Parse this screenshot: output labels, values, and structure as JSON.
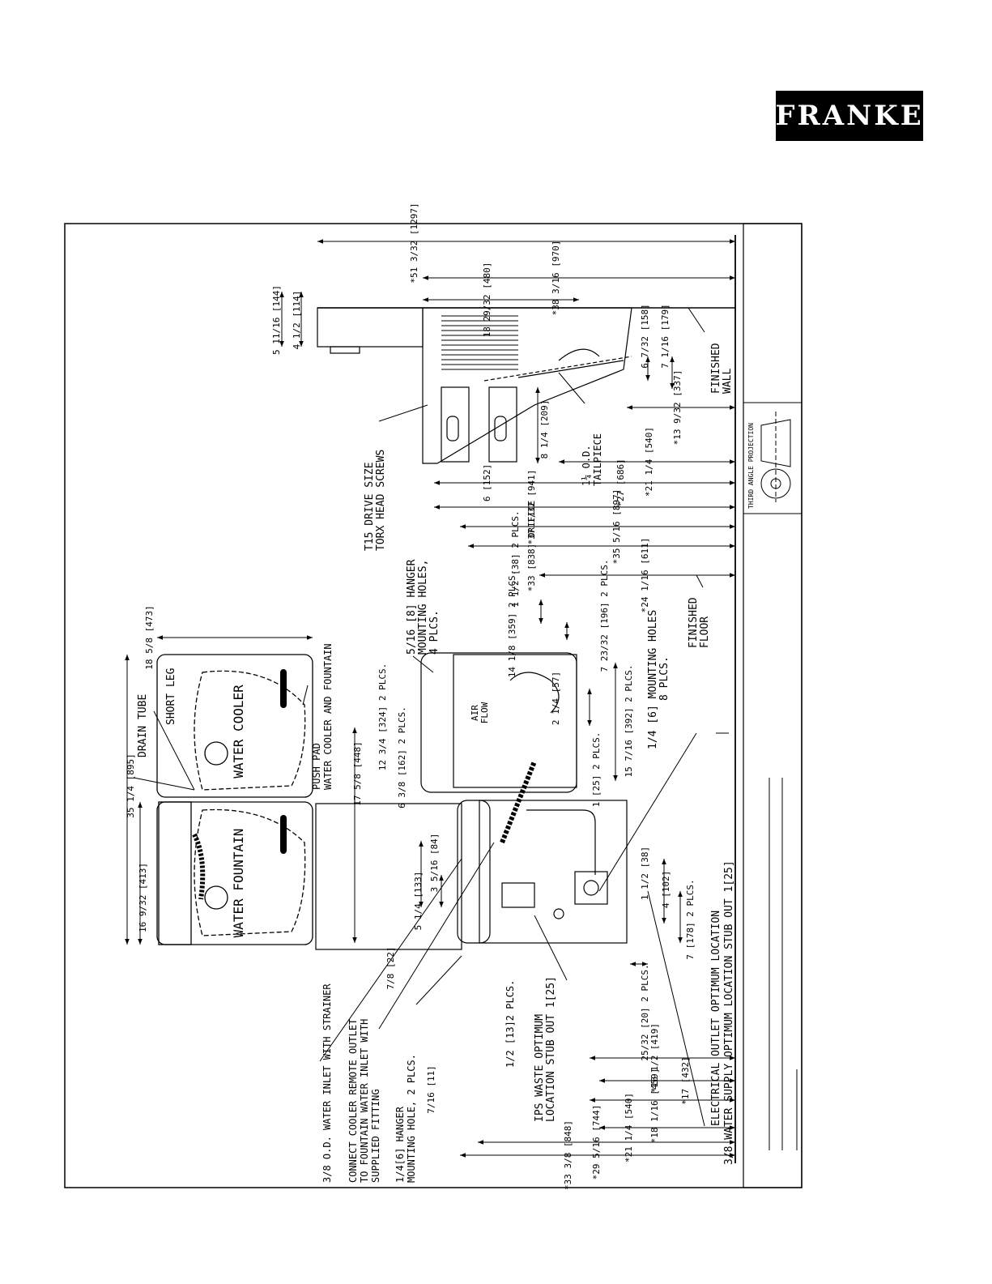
{
  "brand": {
    "logo_text": "FRANKE"
  },
  "title_block": {
    "projection": "THIRD ANGLE PROJECTION"
  },
  "views": {
    "front_fountain": "WATER FOUNTAIN",
    "front_cooler": "WATER COOLER"
  },
  "notes": {
    "drain_tube": "DRAIN TUBE",
    "short_leg": "SHORT LEG",
    "push_pad_1": "PUSH PAD",
    "push_pad_2": "WATER COOLER AND FOUNTAIN",
    "torx_1": "T15 DRIVE SIZE",
    "torx_2": "TORX HEAD SCREWS",
    "tailpiece_1": "1¼ O.D.",
    "tailpiece_2": "TAILPIECE",
    "finished_wall_1": "FINISHED",
    "finished_wall_2": "WALL",
    "finished_floor_1": "FINISHED",
    "finished_floor_2": "FLOOR",
    "hanger_8_1": "5/16 [8] HANGER",
    "hanger_8_2": "MOUNTING HOLES,",
    "hanger_8_3": "4 PLCS.",
    "mounting_6_1": "1/4 [6] MOUNTING HOLES",
    "mounting_6_2": "8 PLCS.",
    "air_flow_1": "AIR",
    "air_flow_2": "FLOW",
    "electrical_1": "ELECTRICAL OUTLET OPTIMUM LOCATION",
    "water_supply_1": "3/8 WATER SUPPLY OPTIMUM LOCATION STUB OUT 1[25]",
    "ips_1": "IPS WASTE OPTIMUM",
    "ips_2": "LOCATION STUB OUT 1[25]",
    "half_13": "1/2 [13]2 PLCS.",
    "inlet_1": "3/8 O.D. WATER INLET WITH STRAINER",
    "connect_1": "CONNECT COOLER REMOTE OUTLET",
    "connect_2": "TO FOUNTAIN WATER INLET WITH",
    "connect_3": "SUPPLIED FITTING",
    "hanger_6_1": "1/4[6] HANGER",
    "hanger_6_2": "MOUNTING HOLE, 2 PLCS."
  },
  "dims": {
    "d1297": "*51 3/32 [1297]",
    "d970": "*38 3/16 [970]",
    "d480": "18 29/32 [480]",
    "d144": "5 11/16 [144]",
    "d114": "4 1/2 [114]",
    "d158": "6 7/32 [158]",
    "d179": "7 1/16 [179]",
    "d337": "*13 9/32 [337]",
    "d540a": "*21 1/4 [540]",
    "d686": "*27 [686]",
    "d941": "*37 1/32 [941]",
    "d209": "8 1/4 [209]",
    "d152": "6 [152]",
    "d897": "*35 5/16 [897]",
    "d838": "*33 [838] ORIFICE",
    "d611": "*24 1/16 [611]",
    "d38a": "1 1/2 [38] 2 PLCS.",
    "d359": "14 1/8 [359] 2 PLCS.",
    "d196": "7 23/32 [196] 2 PLCS.",
    "d895": "35 1/4 [895]",
    "d473": "18 5/8 [473]",
    "d413": "16 9/32 [413]",
    "d324": "12 3/4 [324] 2 PLCS.",
    "d162": "6 3/8 [162] 2 PLCS.",
    "d57": "2 1/4 [57]",
    "d392": "15 7/16 [392] 2 PLCS.",
    "d448": "17 5/8 [448]",
    "d25": "1 [25] 2 PLCS.",
    "d133": "5 1/4 [133]",
    "d84": "3 5/16 [84]",
    "d22": "7/8 [22]",
    "d38b": "1 1/2 [38]",
    "d102": "4 [102]",
    "d178": "7 [178] 2 PLCS.",
    "d20": "25/32 [20] 2 PLCS.",
    "d419": "*16 1/2 [419]",
    "d432": "*17 [432]",
    "d459": "*18 1/16 [459]",
    "d540b": "*21 1/4 [540]",
    "d744": "*29 5/16 [744]",
    "d848": "*33 3/8 [848]",
    "d11": "7/16 [11]"
  }
}
